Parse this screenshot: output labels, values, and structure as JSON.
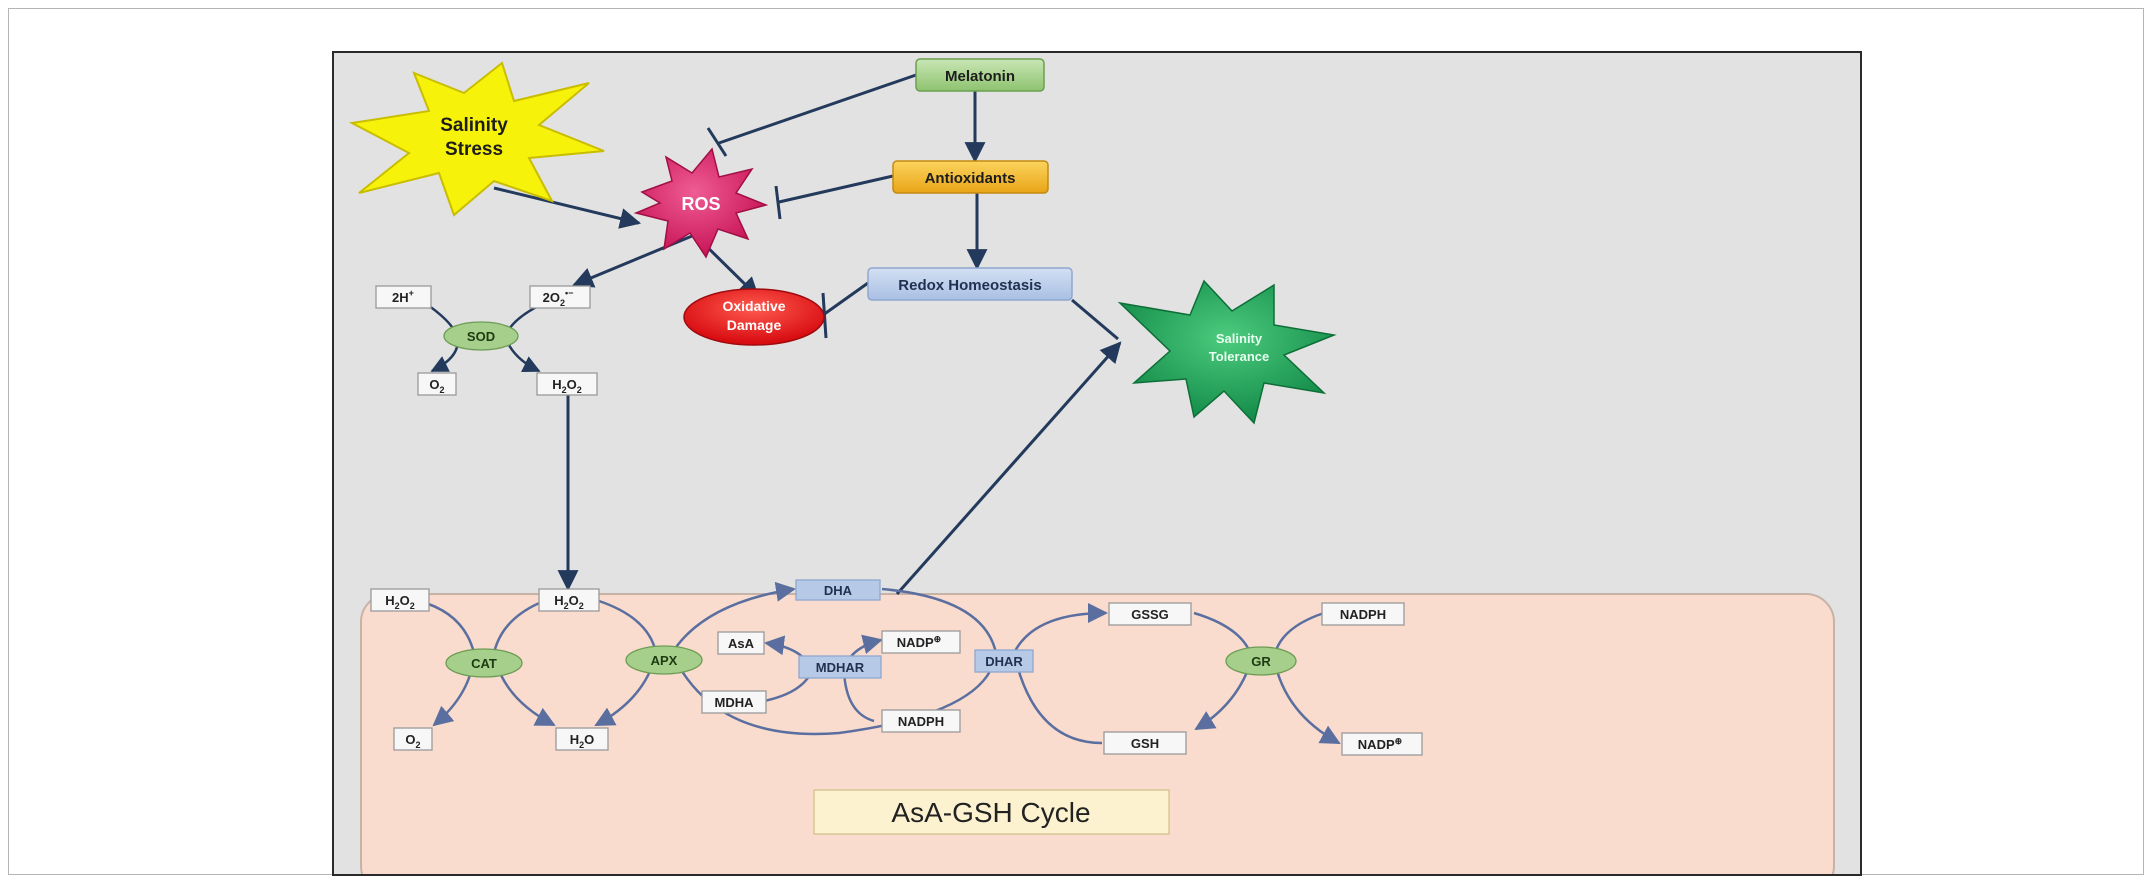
{
  "nodes": {
    "salinity_stress": [
      "Salinity",
      "Stress"
    ],
    "melatonin": "Melatonin",
    "ros": "ROS",
    "antioxidants": "Antioxidants",
    "redox_homeostasis": "Redox Homeostasis",
    "oxidative_damage": [
      "Oxidative",
      "Damage"
    ],
    "salinity_tolerance": [
      "Salinity",
      "Tolerance"
    ],
    "sod": "SOD",
    "cat": "CAT",
    "apx": "APX",
    "dha": "DHA",
    "mdhar": "MDHAR",
    "dhar": "DHAR",
    "gr": "GR",
    "cycle_title": "AsA-GSH Cycle"
  },
  "chem": {
    "h_plus": {
      "main": "2H",
      "sup": "+"
    },
    "superoxide": {
      "pre": "2O",
      "sub": "2",
      "sup": "•−"
    },
    "o2_sod": {
      "pre": "O",
      "sub": "2"
    },
    "h2o2_sod": {
      "pre": "H",
      "sub1": "2",
      "mid": "O",
      "sub2": "2"
    },
    "h2o2_cat_in": {
      "pre": "H",
      "sub1": "2",
      "mid": "O",
      "sub2": "2"
    },
    "h2o2_apx_in": {
      "pre": "H",
      "sub1": "2",
      "mid": "O",
      "sub2": "2"
    },
    "o2_cat": {
      "pre": "O",
      "sub": "2"
    },
    "h2o_out": {
      "pre": "H",
      "sub": "2",
      "post": "O"
    },
    "asa": "AsA",
    "mdha": "MDHA",
    "nadp_mdhar": {
      "main": "NADP",
      "sup": "⊕"
    },
    "nadph_mdhar": "NADPH",
    "gssg": "GSSG",
    "gsh": "GSH",
    "nadph_gr": "NADPH",
    "nadp_gr": {
      "main": "NADP",
      "sup": "⊕"
    }
  },
  "colors": {
    "background": "#e2e2e2",
    "stress_star": "#f7f20a",
    "ros_star": "#d9246a",
    "oxidative_damage": "#e8141b",
    "tolerance_star": "#1aa05a",
    "melatonin_box": "#a7d48d",
    "antioxidant_box": "#f2b62b",
    "redox_box": "#b9cce8",
    "enzyme_green": "#a5cf8a",
    "enzyme_blue": "#b6cae7",
    "cycle_panel": "#f9dccd",
    "cycle_title_box": "#fdf2cf",
    "arrow": "#233a5c",
    "cycle_arrow": "#5a6fa0"
  }
}
